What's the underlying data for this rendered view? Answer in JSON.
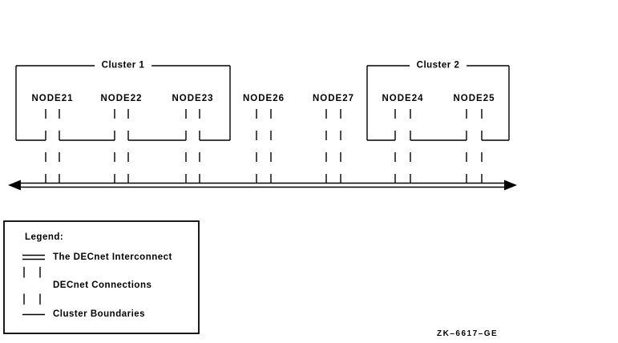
{
  "colors": {
    "ink": "#000000",
    "background": "#ffffff"
  },
  "clusters": [
    {
      "label": "Cluster 1",
      "nodes": [
        "NODE21",
        "NODE22",
        "NODE23"
      ]
    },
    {
      "label": "Cluster 2",
      "nodes": [
        "NODE24",
        "NODE25"
      ]
    }
  ],
  "nodes": [
    {
      "label": "NODE21",
      "cluster": "Cluster 1"
    },
    {
      "label": "NODE22",
      "cluster": "Cluster 1"
    },
    {
      "label": "NODE23",
      "cluster": "Cluster 1"
    },
    {
      "label": "NODE26",
      "cluster": ""
    },
    {
      "label": "NODE27",
      "cluster": ""
    },
    {
      "label": "NODE24",
      "cluster": "Cluster 2"
    },
    {
      "label": "NODE25",
      "cluster": "Cluster 2"
    }
  ],
  "legend": {
    "title": "Legend:",
    "items": [
      {
        "symbol": "double-line",
        "label": "The DECnet Interconnect"
      },
      {
        "symbol": "dashed-vertical-pair",
        "label": "DECnet Connections"
      },
      {
        "symbol": "single-line",
        "label": "Cluster Boundaries"
      }
    ]
  },
  "footer": {
    "code": "ZK–6617–GE"
  }
}
